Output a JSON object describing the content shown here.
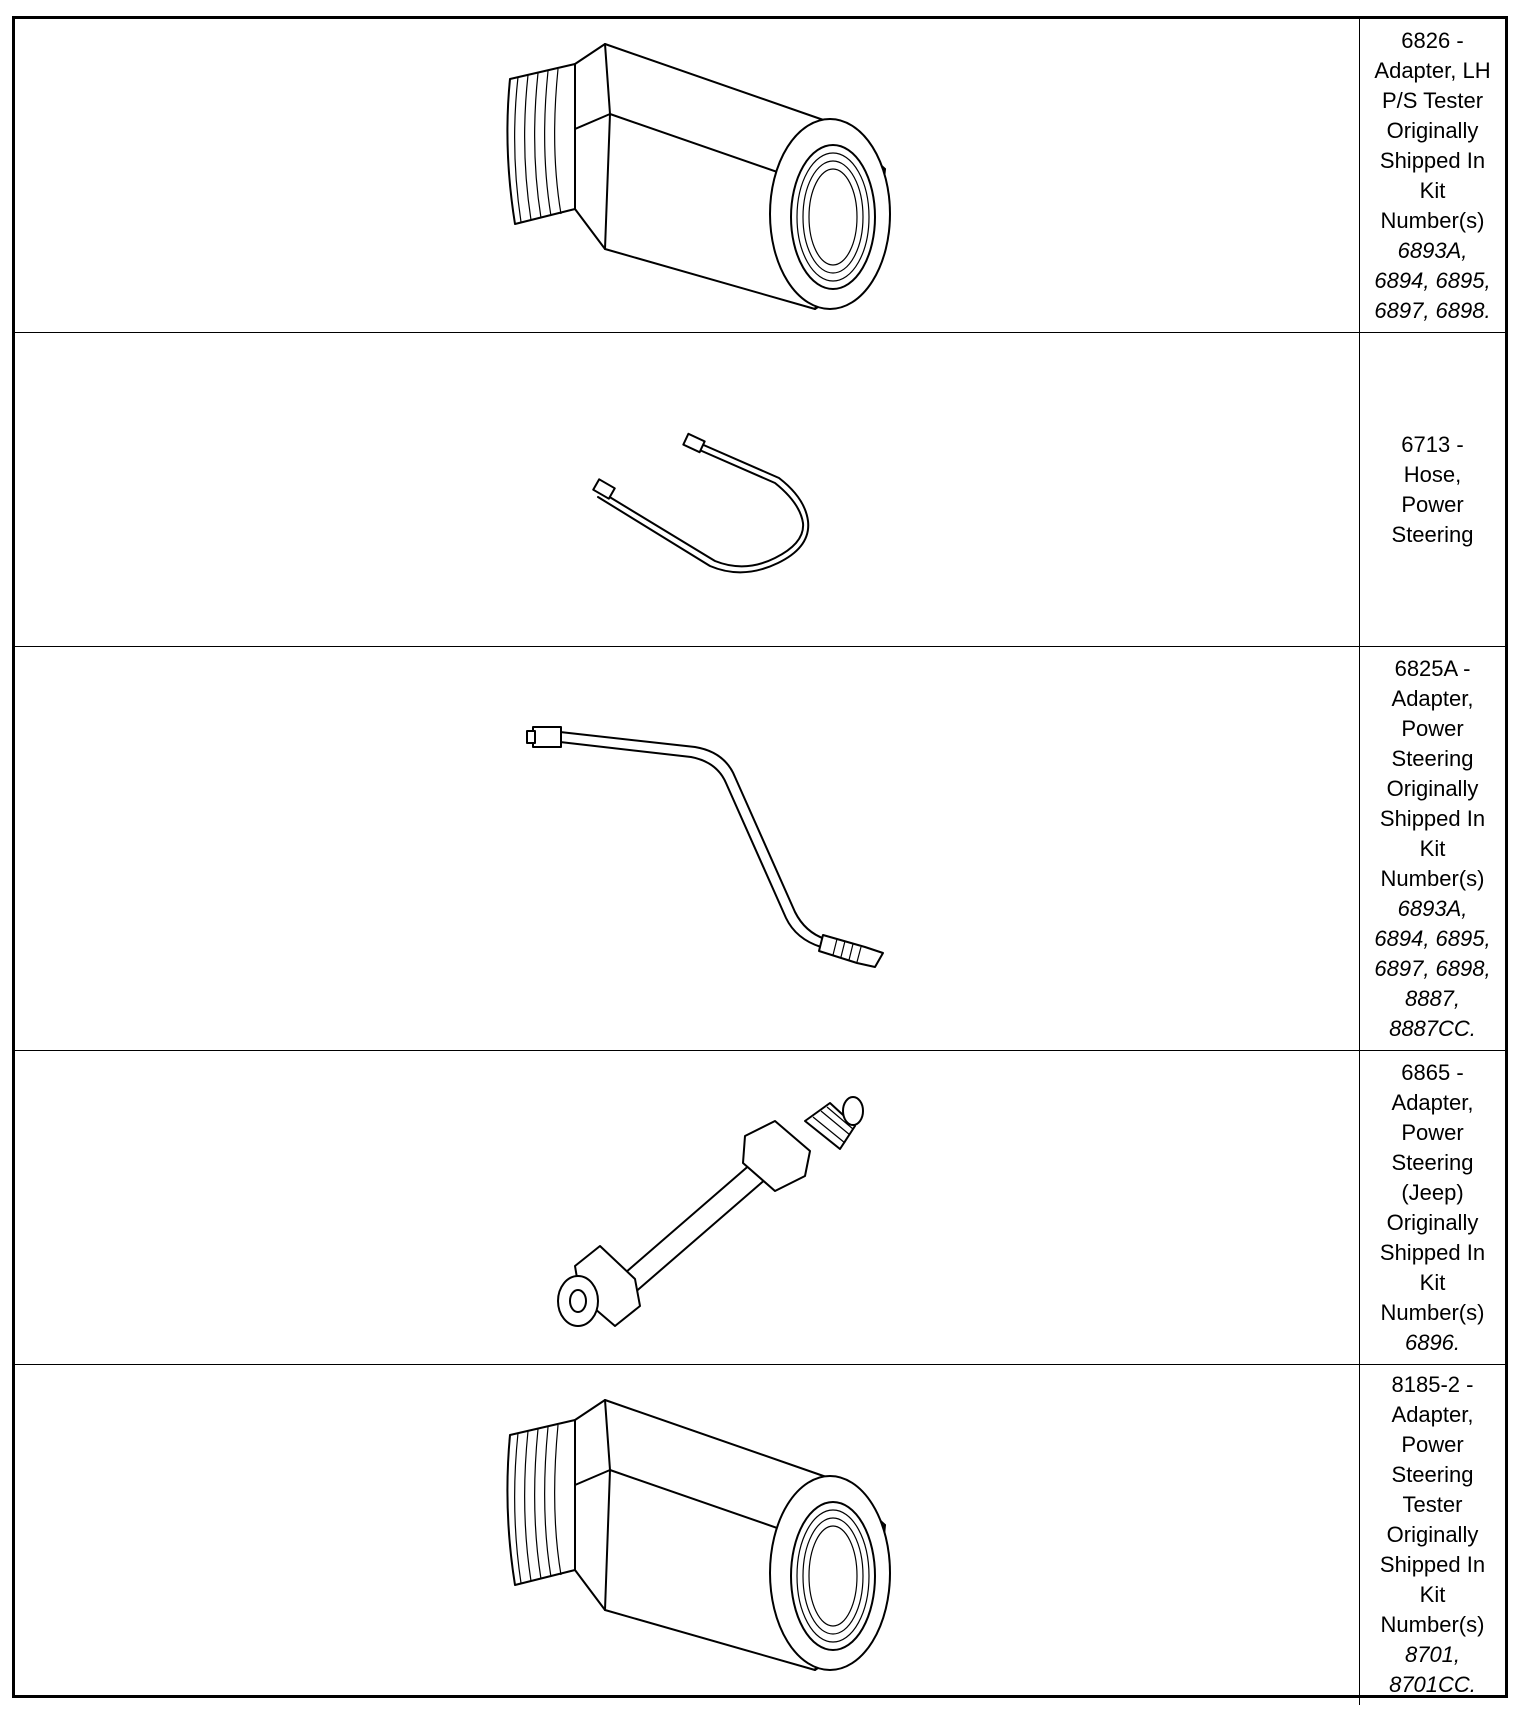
{
  "tools": [
    {
      "illustration": "adapter-fitting-illustration",
      "lines": [
        "6826 -",
        "Adapter, LH",
        "P/S Tester",
        "Originally",
        "Shipped In",
        "Kit",
        "Number(s)"
      ],
      "kit_lines": [
        "6893A,",
        "6894, 6895,",
        "6897, 6898."
      ]
    },
    {
      "illustration": "bent-hose-illustration",
      "lines": [
        "6713 -",
        "Hose,",
        "Power",
        "Steering"
      ],
      "kit_lines": []
    },
    {
      "illustration": "bent-tube-adapter-illustration",
      "lines": [
        "6825A -",
        "Adapter,",
        "Power",
        "Steering",
        "Originally",
        "Shipped In",
        "Kit",
        "Number(s)"
      ],
      "kit_lines": [
        "6893A,",
        "6894, 6895,",
        "6897, 6898,",
        "8887,",
        "8887CC."
      ]
    },
    {
      "illustration": "straight-tube-adapter-illustration",
      "lines": [
        "6865 -",
        "Adapter,",
        "Power",
        "Steering",
        "(Jeep)",
        "Originally",
        "Shipped In",
        "Kit",
        "Number(s)"
      ],
      "kit_lines": [
        "6896."
      ]
    },
    {
      "illustration": "adapter-fitting-illustration",
      "lines": [
        "8185-2 -",
        "Adapter,",
        "Power",
        "Steering",
        "Tester",
        "Originally",
        "Shipped In",
        "Kit",
        "Number(s)"
      ],
      "kit_lines": [
        "8701,",
        "8701CC."
      ]
    }
  ]
}
